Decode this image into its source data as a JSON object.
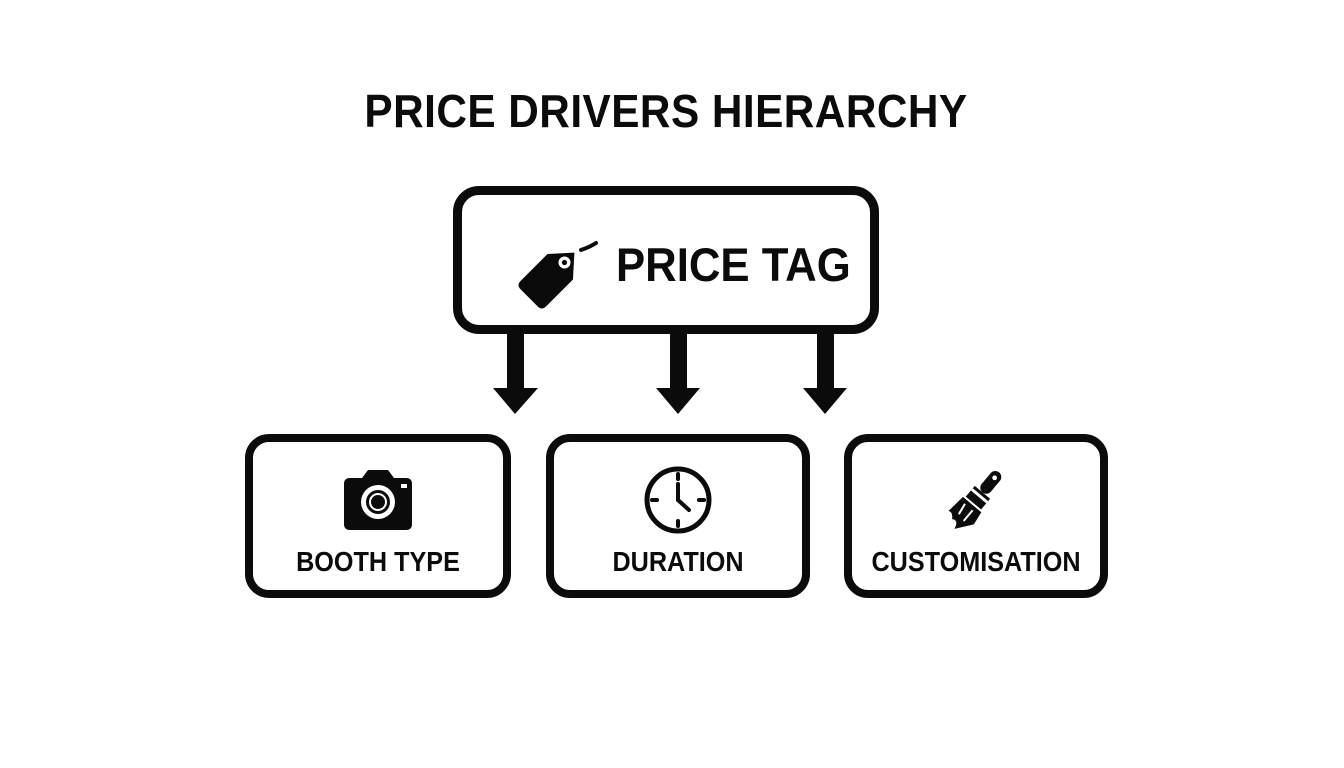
{
  "title": "PRICE DRIVERS HIERARCHY",
  "root": {
    "label": "PRICE TAG",
    "icon": "price-tag-icon"
  },
  "children": [
    {
      "label": "BOOTH TYPE",
      "icon": "camera-icon"
    },
    {
      "label": "DURATION",
      "icon": "clock-icon"
    },
    {
      "label": "CUSTOMISATION",
      "icon": "paintbrush-icon"
    }
  ],
  "colors": {
    "stroke": "#0b0b0b",
    "background": "#ffffff"
  }
}
